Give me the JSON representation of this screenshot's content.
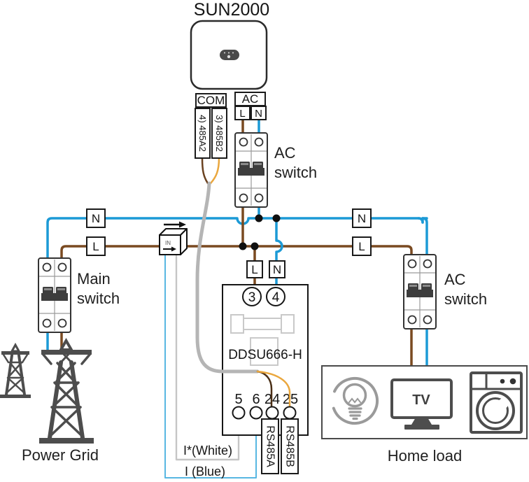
{
  "title": "SUN2000",
  "inverter": {
    "com": "COM",
    "port_485a2": "4) 485A2",
    "port_485b2": "3) 485B2",
    "ac": "AC",
    "l": "L",
    "n": "N"
  },
  "switches": {
    "top": {
      "line1": "AC",
      "line2": "switch"
    },
    "main": {
      "line1": "Main",
      "line2": "switch"
    },
    "right": {
      "line1": "AC",
      "line2": "switch"
    }
  },
  "bus": {
    "n_left": "N",
    "l_left": "L",
    "n_right": "N",
    "l_right": "L"
  },
  "meter": {
    "model": "DDSU666-H",
    "l": "L",
    "n": "N",
    "in3": "3",
    "in4": "4",
    "terminals": [
      "5",
      "6",
      "24",
      "25"
    ],
    "rs485a": "RS485A",
    "rs485b": "RS485B"
  },
  "ct": {
    "label": "IN"
  },
  "wire_labels": {
    "white": "I*(White)",
    "blue": "I  (Blue)"
  },
  "grid_label": "Power Grid",
  "home": {
    "label": "Home load",
    "tv": "TV"
  },
  "colors": {
    "neutral_blue": "#1c9ad6",
    "live_brown": "#7a4a21",
    "rs485_orange": "#eaa73e",
    "rs485_dark": "#4a2f16",
    "cable_gray": "#b5b5b5",
    "ct_blue": "#58b7e2",
    "ct_white": "#c6c6c6",
    "icon_dark": "#4d4d4d"
  }
}
